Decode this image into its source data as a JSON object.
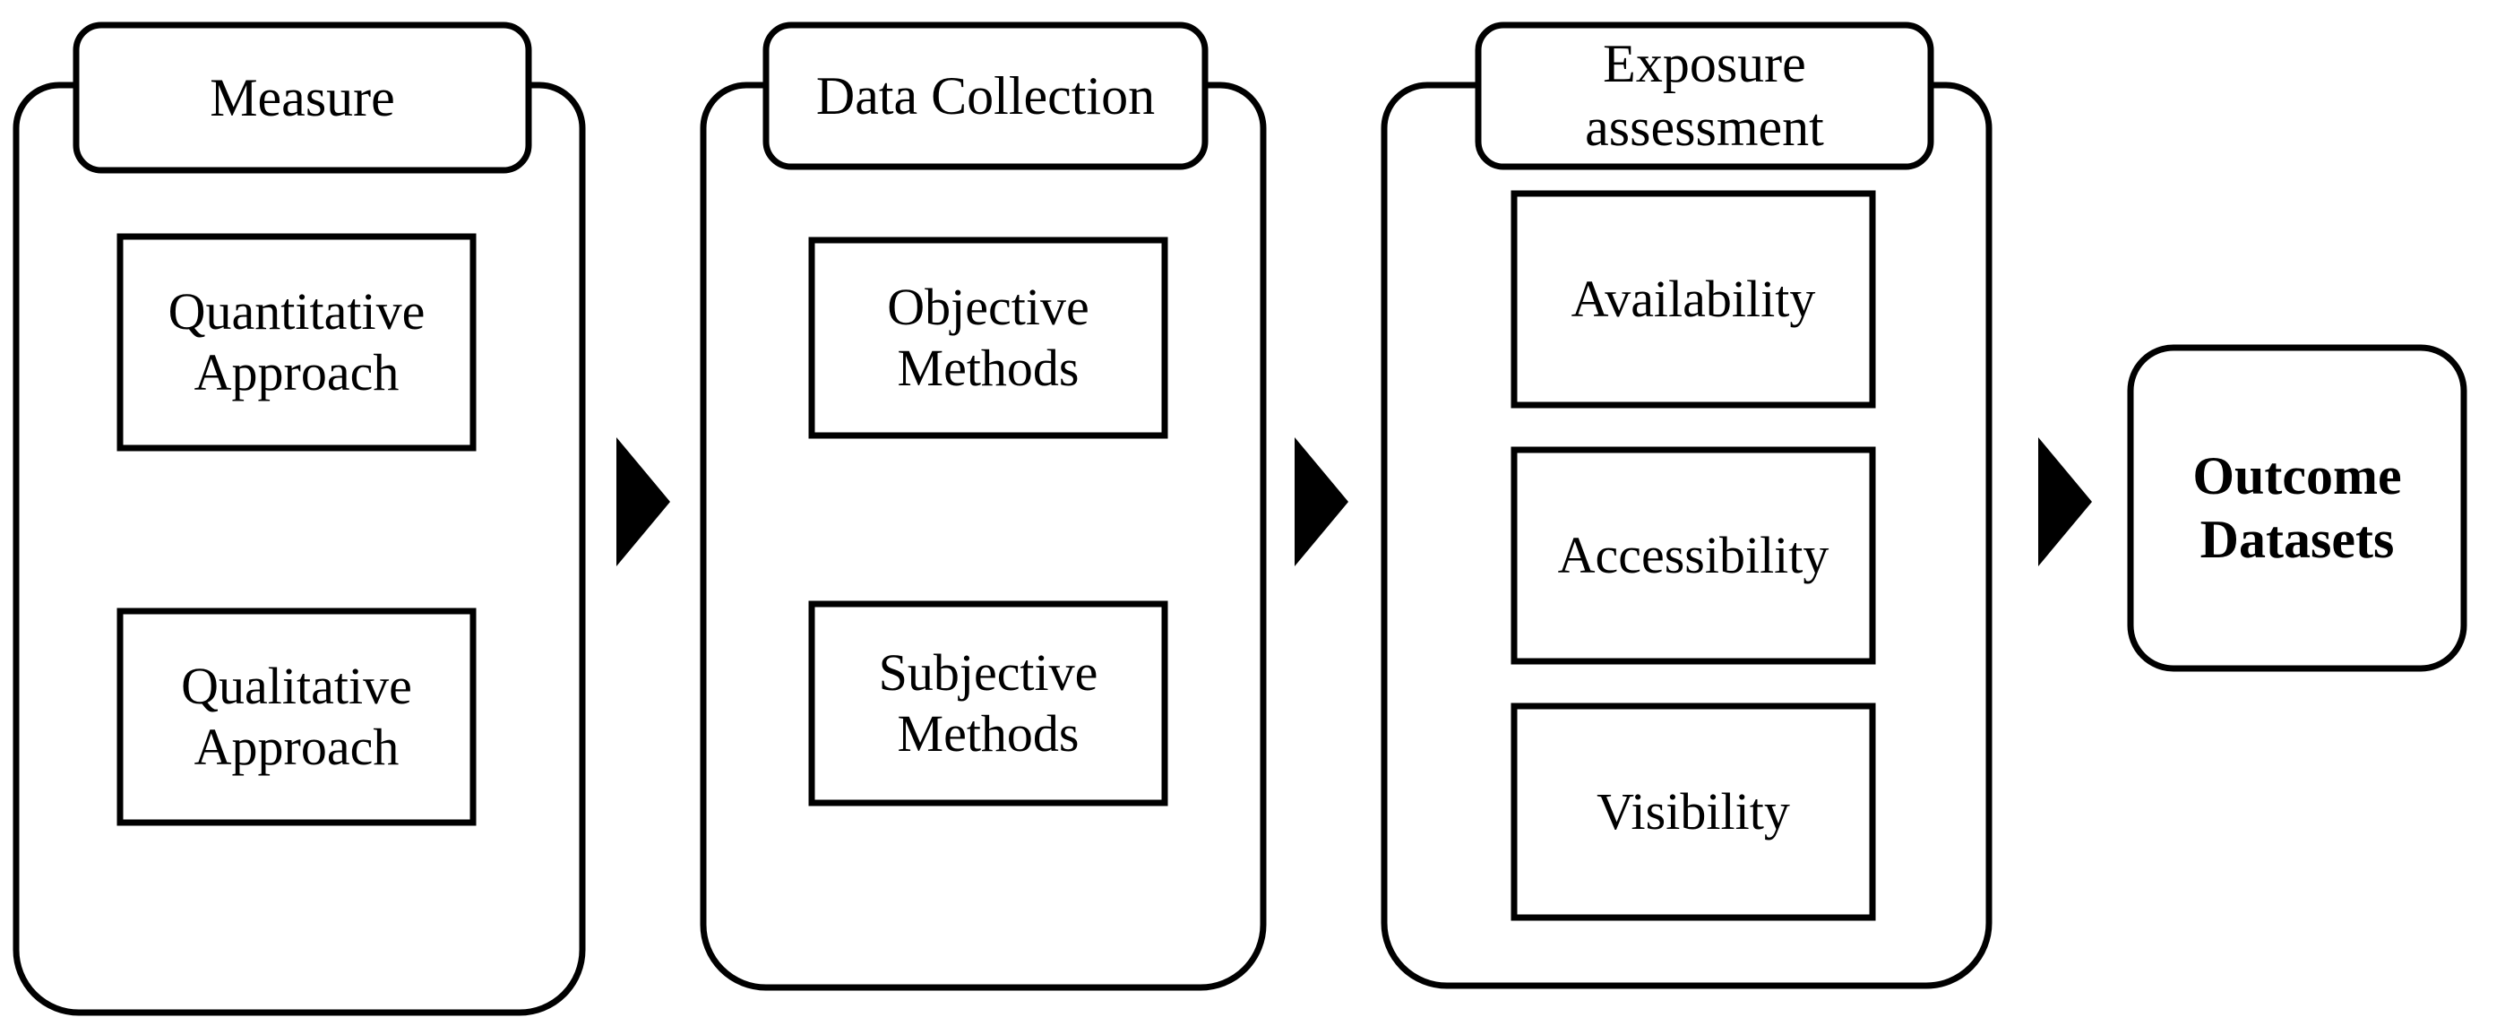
{
  "diagram": {
    "title": "Exposure assessment research flow",
    "type": "process-flow",
    "background_color": "#ffffff",
    "stroke_color": "#000000",
    "stages": [
      {
        "id": "measure",
        "header": "Measure",
        "items": [
          {
            "id": "quantitative-approach",
            "label": "Quantitative\nApproach"
          },
          {
            "id": "qualitative-approach",
            "label": "Qualitative\nApproach"
          }
        ]
      },
      {
        "id": "data-collection",
        "header": "Data Collection",
        "items": [
          {
            "id": "objective-methods",
            "label": "Objective\nMethods"
          },
          {
            "id": "subjective-methods",
            "label": "Subjective\nMethods"
          }
        ]
      },
      {
        "id": "exposure-assessment",
        "header": "Exposure\nassessment",
        "items": [
          {
            "id": "availability",
            "label": "Availability"
          },
          {
            "id": "accessibility",
            "label": "Accessibility"
          },
          {
            "id": "visibility",
            "label": "Visibility"
          }
        ]
      }
    ],
    "terminal": {
      "id": "outcome-datasets",
      "label": "Outcome\nDatasets"
    },
    "connectors": [
      {
        "id": "arrow-1",
        "from": "measure",
        "to": "data-collection",
        "glyph": "triangle-right"
      },
      {
        "id": "arrow-2",
        "from": "data-collection",
        "to": "exposure-assessment",
        "glyph": "triangle-right"
      },
      {
        "id": "arrow-3",
        "from": "exposure-assessment",
        "to": "outcome-datasets",
        "glyph": "triangle-right"
      }
    ]
  }
}
